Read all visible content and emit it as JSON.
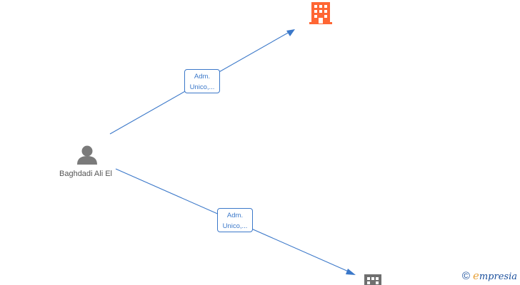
{
  "person": {
    "name": "Baghdadi Ali El"
  },
  "edges": [
    {
      "line1": "Adm.",
      "line2": "Unico,..."
    },
    {
      "line1": "Adm.",
      "line2": "Unico,..."
    }
  ],
  "colors": {
    "edge": "#3b78c9",
    "company_primary": "#ff6633",
    "company_secondary": "#6f6f6f",
    "person": "#7a7a7a"
  },
  "icons": {
    "person": "person-icon",
    "company_primary": "building-icon",
    "company_secondary": "building-icon"
  },
  "watermark": {
    "copyright": "©",
    "brand_initial": "e",
    "brand_rest": "mpresia"
  }
}
